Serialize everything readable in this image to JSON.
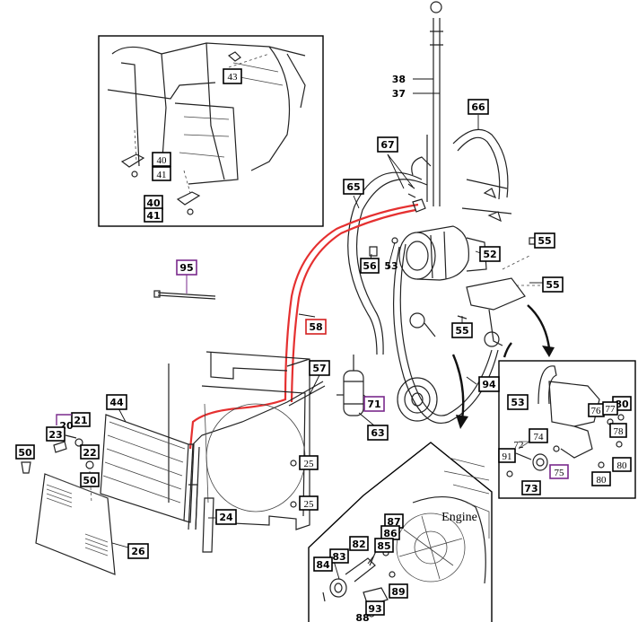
{
  "diagram": {
    "engine_label": "Engine",
    "colors": {
      "highlight_line": "#e53030",
      "highlight_box": "#d32020",
      "accent_box": "#7a2a8c",
      "line": "#222222"
    },
    "callouts": {
      "c43": "43",
      "c40a": "40",
      "c41a": "41",
      "c40b": "40",
      "c41b": "41",
      "c95": "95",
      "c38": "38",
      "c37": "37",
      "c66": "66",
      "c67": "67",
      "c65": "65",
      "c58": "58",
      "c56": "56",
      "c53a": "53",
      "c52": "52",
      "c55a": "55",
      "c55b": "55",
      "c55c": "55",
      "c57": "57",
      "c71": "71",
      "c63": "63",
      "c94": "94",
      "c44": "44",
      "c21": "21",
      "c20": "20",
      "c23": "23",
      "c22": "22",
      "c50a": "50",
      "c50b": "50",
      "c25a": "25",
      "c25b": "25",
      "c24": "24",
      "c26": "26",
      "c53b": "53",
      "c80a": "80",
      "c76": "76",
      "c77": "77",
      "c78": "78",
      "c74": "74",
      "c72": "72",
      "c91": "91",
      "c73": "73",
      "c75": "75",
      "c80b": "80",
      "c80c": "80",
      "c87": "87",
      "c86": "86",
      "c82": "82",
      "c85": "85",
      "c84": "84",
      "c83": "83",
      "c89": "89",
      "c88": "88",
      "c93": "93"
    }
  }
}
